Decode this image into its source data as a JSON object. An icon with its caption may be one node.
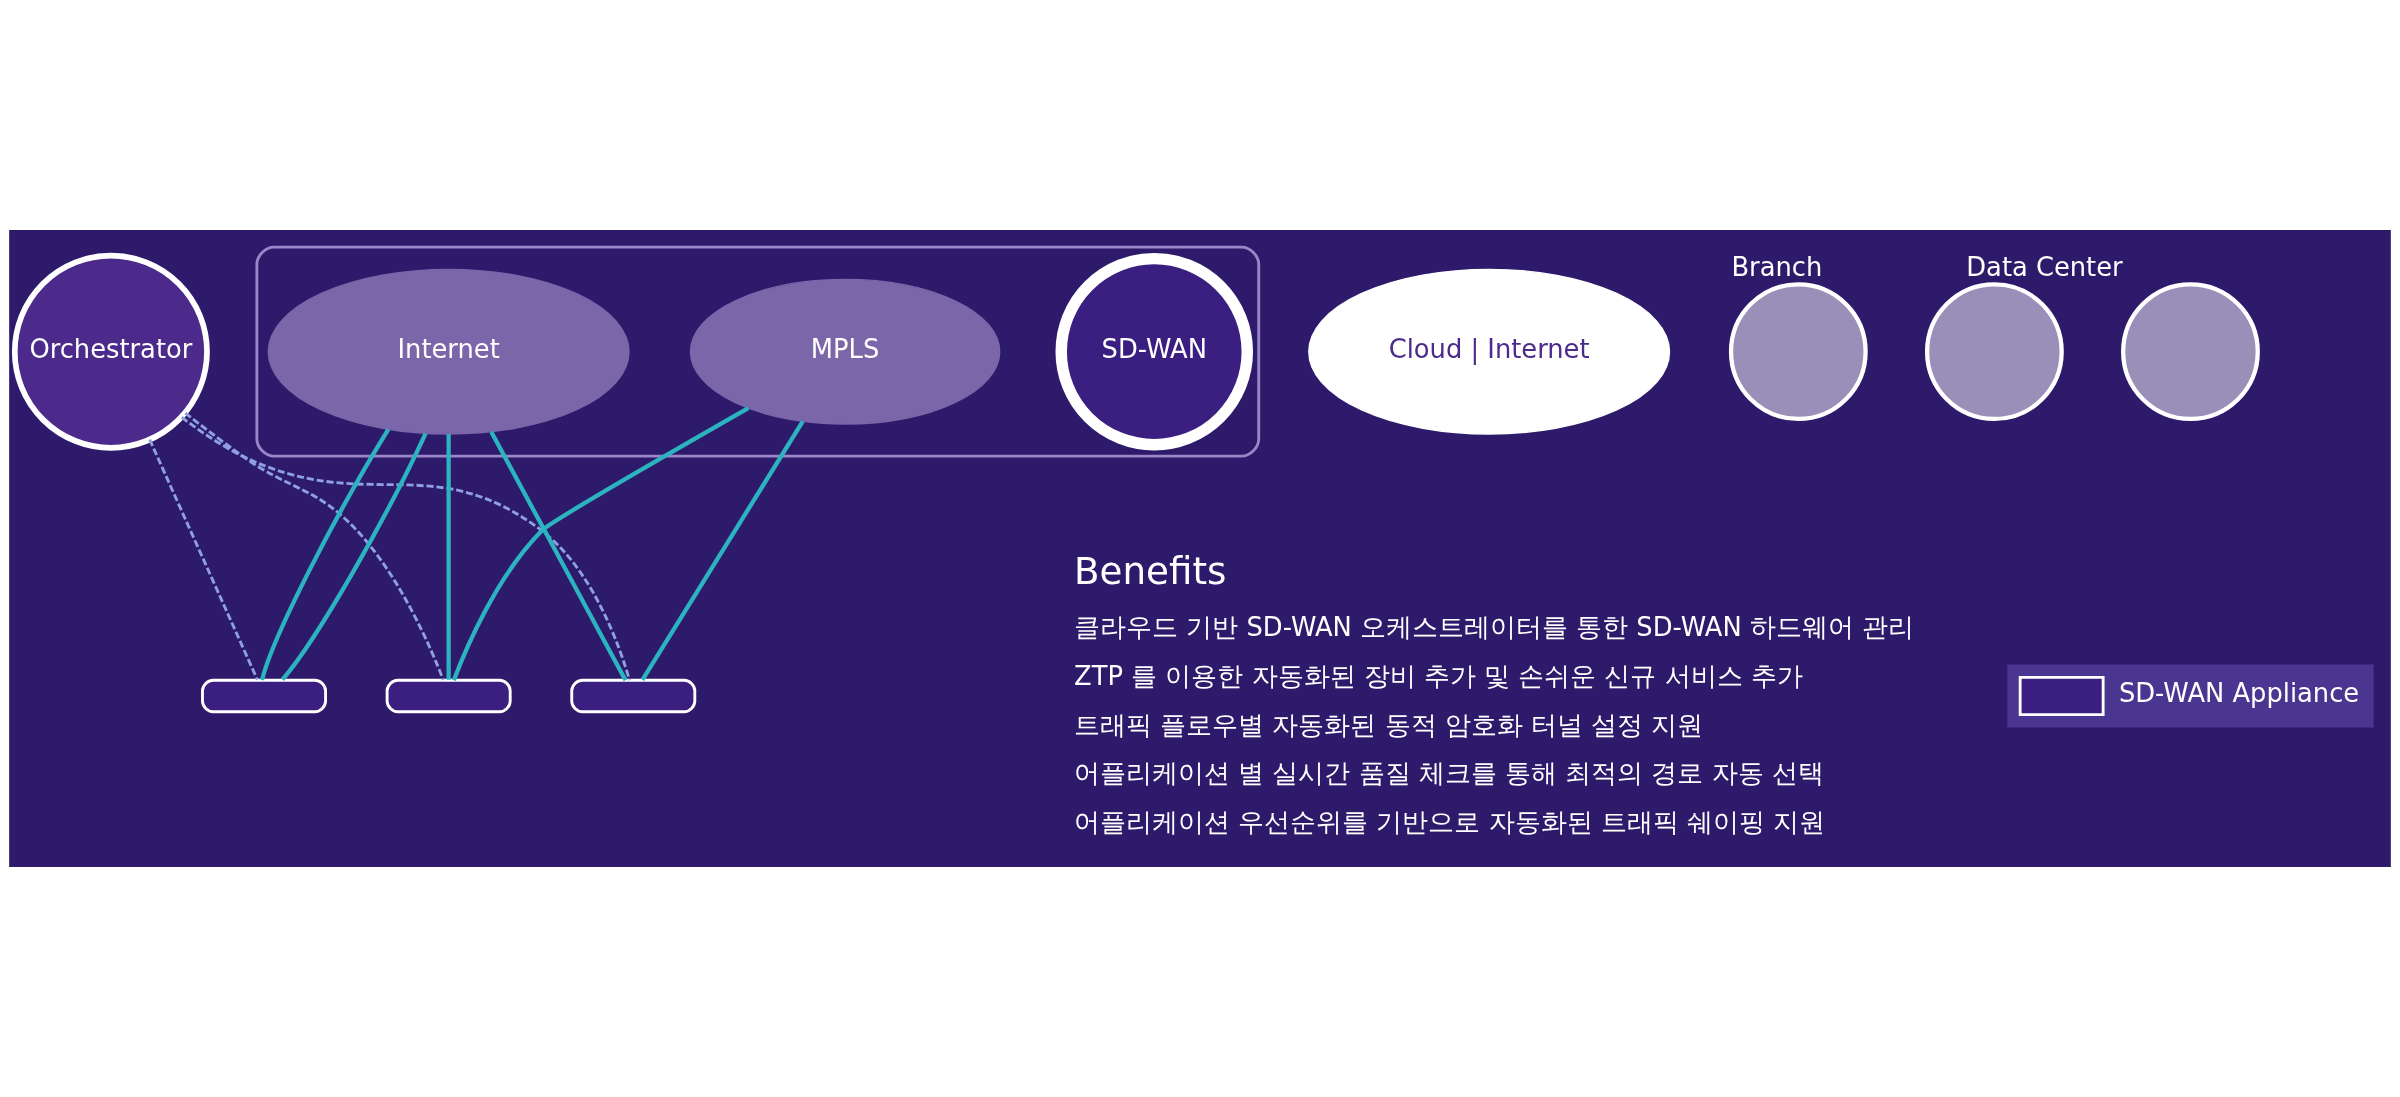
{
  "diagram": {
    "nodes": [
      {
        "text": [
          "Orchestrator"
        ]
      },
      {
        "text": [],
        "shape": "ellipse"
      },
      {
        "text": [
          "SD-WAN"
        ],
        "in": 1
      },
      {
        "text": [
          "Internet"
        ],
        "in": 1
      },
      {
        "text": [
          "MPLS"
        ],
        "in": 1
      },
      {
        "text": [
          "Cloud | Internet"
        ]
      },
      {
        "text": [],
        "shape": "box"
      },
      {
        "text": [],
        "shape": "box"
      },
      {
        "text": [],
        "shape": "box"
      },
      {
        "text": [],
        "shape": "circle",
        "beside": [
          "Branch"
        ]
      },
      {
        "text": [],
        "shape": "circle"
      },
      {
        "text": [],
        "shape": "circle",
        "beside": [
          "Data Center"
        ]
      }
    ],
    "edges": [
      {
        "from": 3,
        "to": 6,
        "arrow": "none"
      },
      {
        "from": 3,
        "to": 6,
        "arrow": "none"
      },
      {
        "from": 3,
        "to": 7,
        "arrow": "none"
      },
      {
        "from": 3,
        "to": 8,
        "arrow": "none"
      },
      {
        "from": 4,
        "to": 7,
        "arrow": "none"
      },
      {
        "from": 4,
        "to": 8,
        "arrow": "none"
      },
      {
        "from": 0,
        "to": 6,
        "arrow": "none",
        "style": "dashed",
        "color": "#8fa0e0"
      },
      {
        "from": 0,
        "to": 7,
        "arrow": "none",
        "style": "dashed",
        "color": "#8fa0e0"
      },
      {
        "from": 0,
        "to": 8,
        "arrow": "none",
        "style": "dashed",
        "color": "#8fa0e0"
      }
    ],
    "labels": [
      "Benefits",
      "클라우드 기반 SD-WAN 오케스트레이터를 통한 SD-WAN 하드웨어 관리",
      "ZTP 를 이용한 자동화된 장비 추가 및 손쉬운 신규 서비스 추가",
      "트래픽 플로우별 자동화된 동적 암호화 터널 설정 지원",
      "어플리케이션 별 실시간 품질 체크를 통해 최적의 경로 자동 선택",
      "어플리케이션 우선순위를 기반으로 자동화된 트래픽 쉐이핑 지원"
    ],
    "legend": [
      {
        "text": "SD-WAN Appliance"
      }
    ]
  }
}
